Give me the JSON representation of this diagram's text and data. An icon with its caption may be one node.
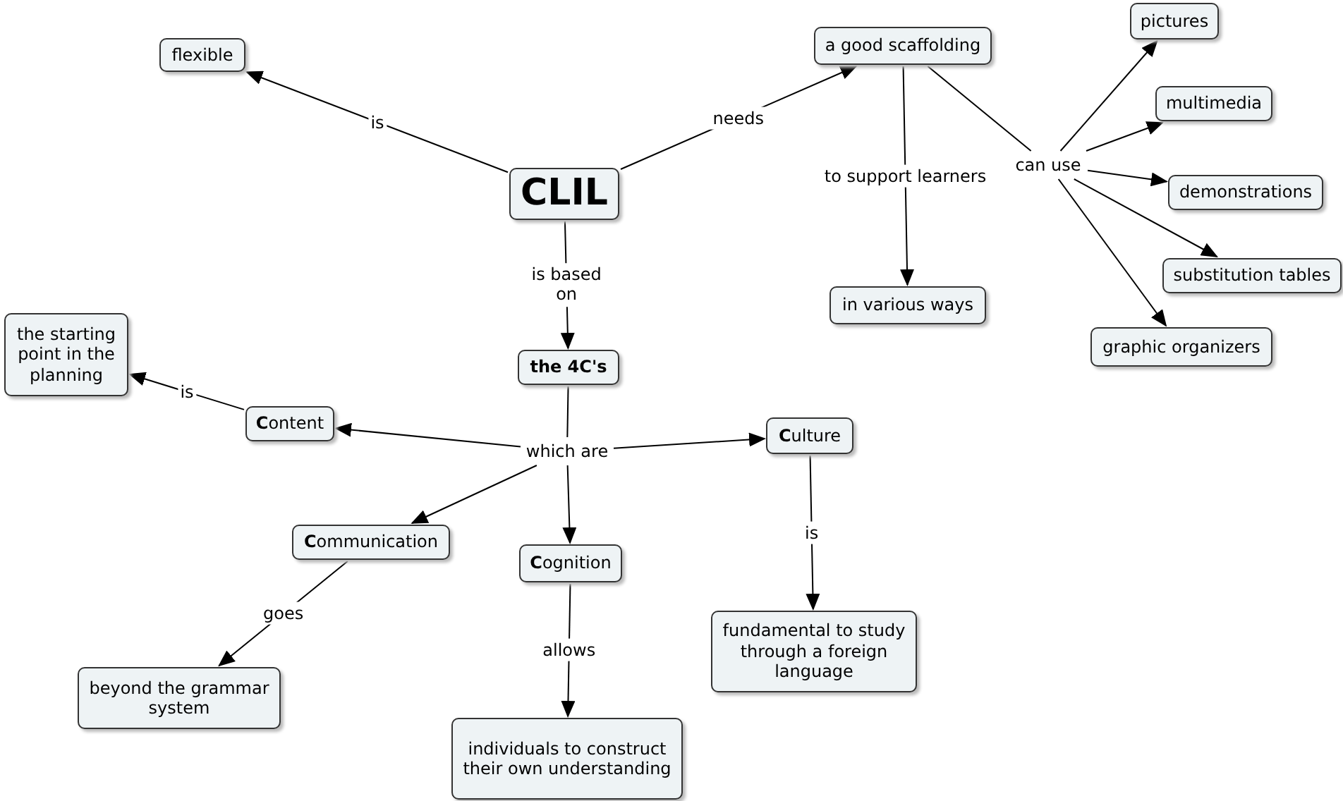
{
  "diagram": {
    "nodes": [
      {
        "text": [
          "CLIL"
        ]
      },
      {
        "text": [
          "flexible"
        ]
      },
      {
        "text": [
          "a good scaffolding"
        ]
      },
      {
        "text": [
          "pictures"
        ]
      },
      {
        "text": [
          "multimedia"
        ]
      },
      {
        "text": [
          "demonstrations"
        ]
      },
      {
        "text": [
          "substitution tables"
        ]
      },
      {
        "text": [
          "graphic organizers"
        ]
      },
      {
        "text": [
          "in various ways"
        ]
      },
      {
        "text": [
          "the 4C's"
        ]
      },
      {
        "text": [
          "the starting point in the planning"
        ]
      },
      {
        "text": [
          "**C**ontent"
        ]
      },
      {
        "text": [
          "**C**ulture"
        ]
      },
      {
        "text": [
          "**C**ommunication"
        ]
      },
      {
        "text": [
          "**C**ognition"
        ]
      },
      {
        "text": [
          "beyond the grammar system"
        ]
      },
      {
        "text": [
          "individuals to construct their own understanding"
        ]
      },
      {
        "text": [
          "fundamental to study through a foreign language"
        ]
      },
      {
        "text": [
          "can use"
        ]
      },
      {
        "text": [
          "which are"
        ]
      }
    ],
    "edges": [
      {
        "from": 0,
        "to": 1,
        "arrow": "to",
        "label": "is"
      },
      {
        "from": 0,
        "to": 2,
        "arrow": "to",
        "label": "needs"
      },
      {
        "from": 0,
        "to": 9,
        "arrow": "to",
        "label": "is based on"
      },
      {
        "from": 2,
        "to": 8,
        "arrow": "to",
        "label": "to support learners"
      },
      {
        "from": 2,
        "to": 18,
        "arrow": "none"
      },
      {
        "from": 18,
        "to": 3,
        "arrow": "to"
      },
      {
        "from": 18,
        "to": 4,
        "arrow": "to"
      },
      {
        "from": 18,
        "to": 5,
        "arrow": "to"
      },
      {
        "from": 18,
        "to": 6,
        "arrow": "to"
      },
      {
        "from": 18,
        "to": 7,
        "arrow": "to"
      },
      {
        "from": 9,
        "to": 19,
        "arrow": "none"
      },
      {
        "from": 19,
        "to": 11,
        "arrow": "to"
      },
      {
        "from": 19,
        "to": 12,
        "arrow": "to"
      },
      {
        "from": 19,
        "to": 13,
        "arrow": "to"
      },
      {
        "from": 19,
        "to": 14,
        "arrow": "to"
      },
      {
        "from": 11,
        "to": 10,
        "arrow": "to",
        "label": "is"
      },
      {
        "from": 12,
        "to": 17,
        "arrow": "to",
        "label": "is"
      },
      {
        "from": 13,
        "to": 15,
        "arrow": "to",
        "label": "goes"
      },
      {
        "from": 14,
        "to": 16,
        "arrow": "to",
        "label": "allows"
      }
    ]
  }
}
